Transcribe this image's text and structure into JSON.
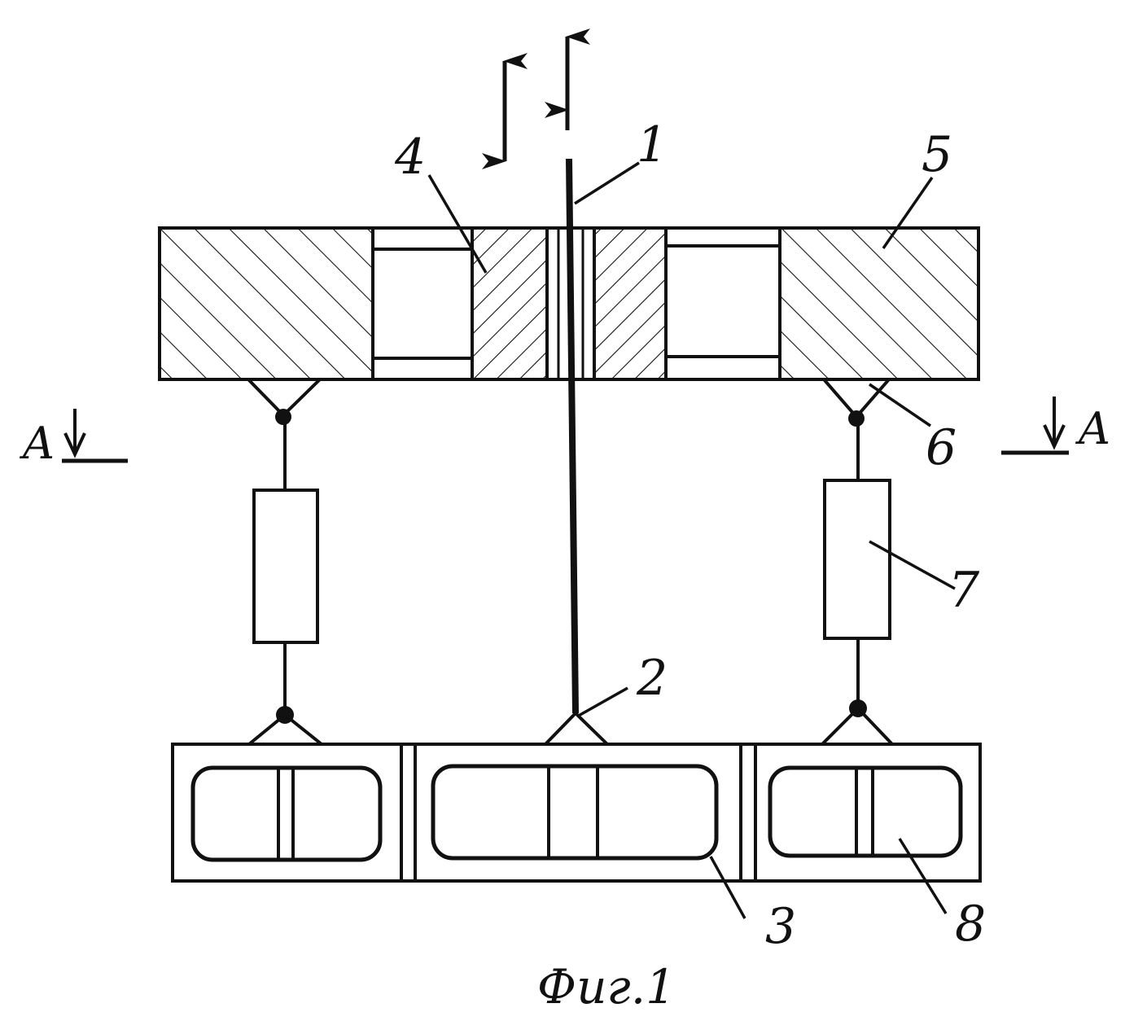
{
  "labels": {
    "rod": "1",
    "hinge_bottom": "2",
    "container": "3",
    "bushing": "4",
    "plate": "5",
    "hinge_top": "6",
    "damper": "7",
    "cell": "8"
  },
  "section": {
    "left": "A",
    "right": "A"
  },
  "caption": "Фиг.1",
  "colors": {
    "ink": "#111111",
    "paper": "#ffffff"
  }
}
